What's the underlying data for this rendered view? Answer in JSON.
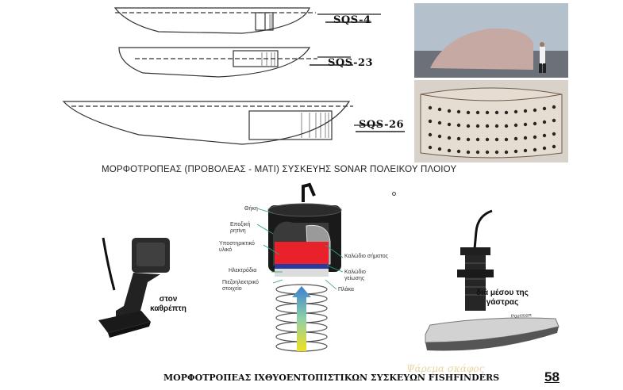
{
  "hulls": [
    {
      "label": "SQS-4"
    },
    {
      "label": "SQS-23"
    },
    {
      "label": "SQS-26"
    }
  ],
  "captions": {
    "ship_sonar": "ΜΟΡΦΟΤΡΟΠΕΑΣ (ΠΡΟΒΟΛΕΑΣ - ΜΑΤΙ) ΣΥΣΚΕΥΗΣ SONAR ΠΟΛΕΙΚΟΥ ΠΛΟΙΟΥ",
    "fishfinders": "ΜΟΡΦΟΤΡΟΠΕΑΣ ΙΧΘΥΟΕΝΤΟΠΙΣΤΙΚΩΝ ΣΥΣΚΕΥΩΝ FISHFINDERS"
  },
  "transducer_labels": {
    "left": [
      "Θήκη",
      "Εποξική ρητίνη",
      "Υποστηρικτικό υλικό",
      "Ηλεκτρόδια",
      "Πιεζοηλεκτρικό στοιχείο"
    ],
    "right": [
      "Καλώδιο σήματος",
      "Καλώδιο γείωσης",
      "Πλάκα"
    ]
  },
  "mounts": {
    "transom": "στον καθρέπτη",
    "through_hull": "διά μέσου της γάστρας",
    "brand": "Ρουτπιαπ"
  },
  "watermark": "Ψάρεμα σκάφος",
  "page_number": "58",
  "colors": {
    "backing": "#e8212a",
    "electrode": "#2a3a9a",
    "beam_top": "#3a7fd0",
    "beam_bottom": "#f0e020"
  }
}
